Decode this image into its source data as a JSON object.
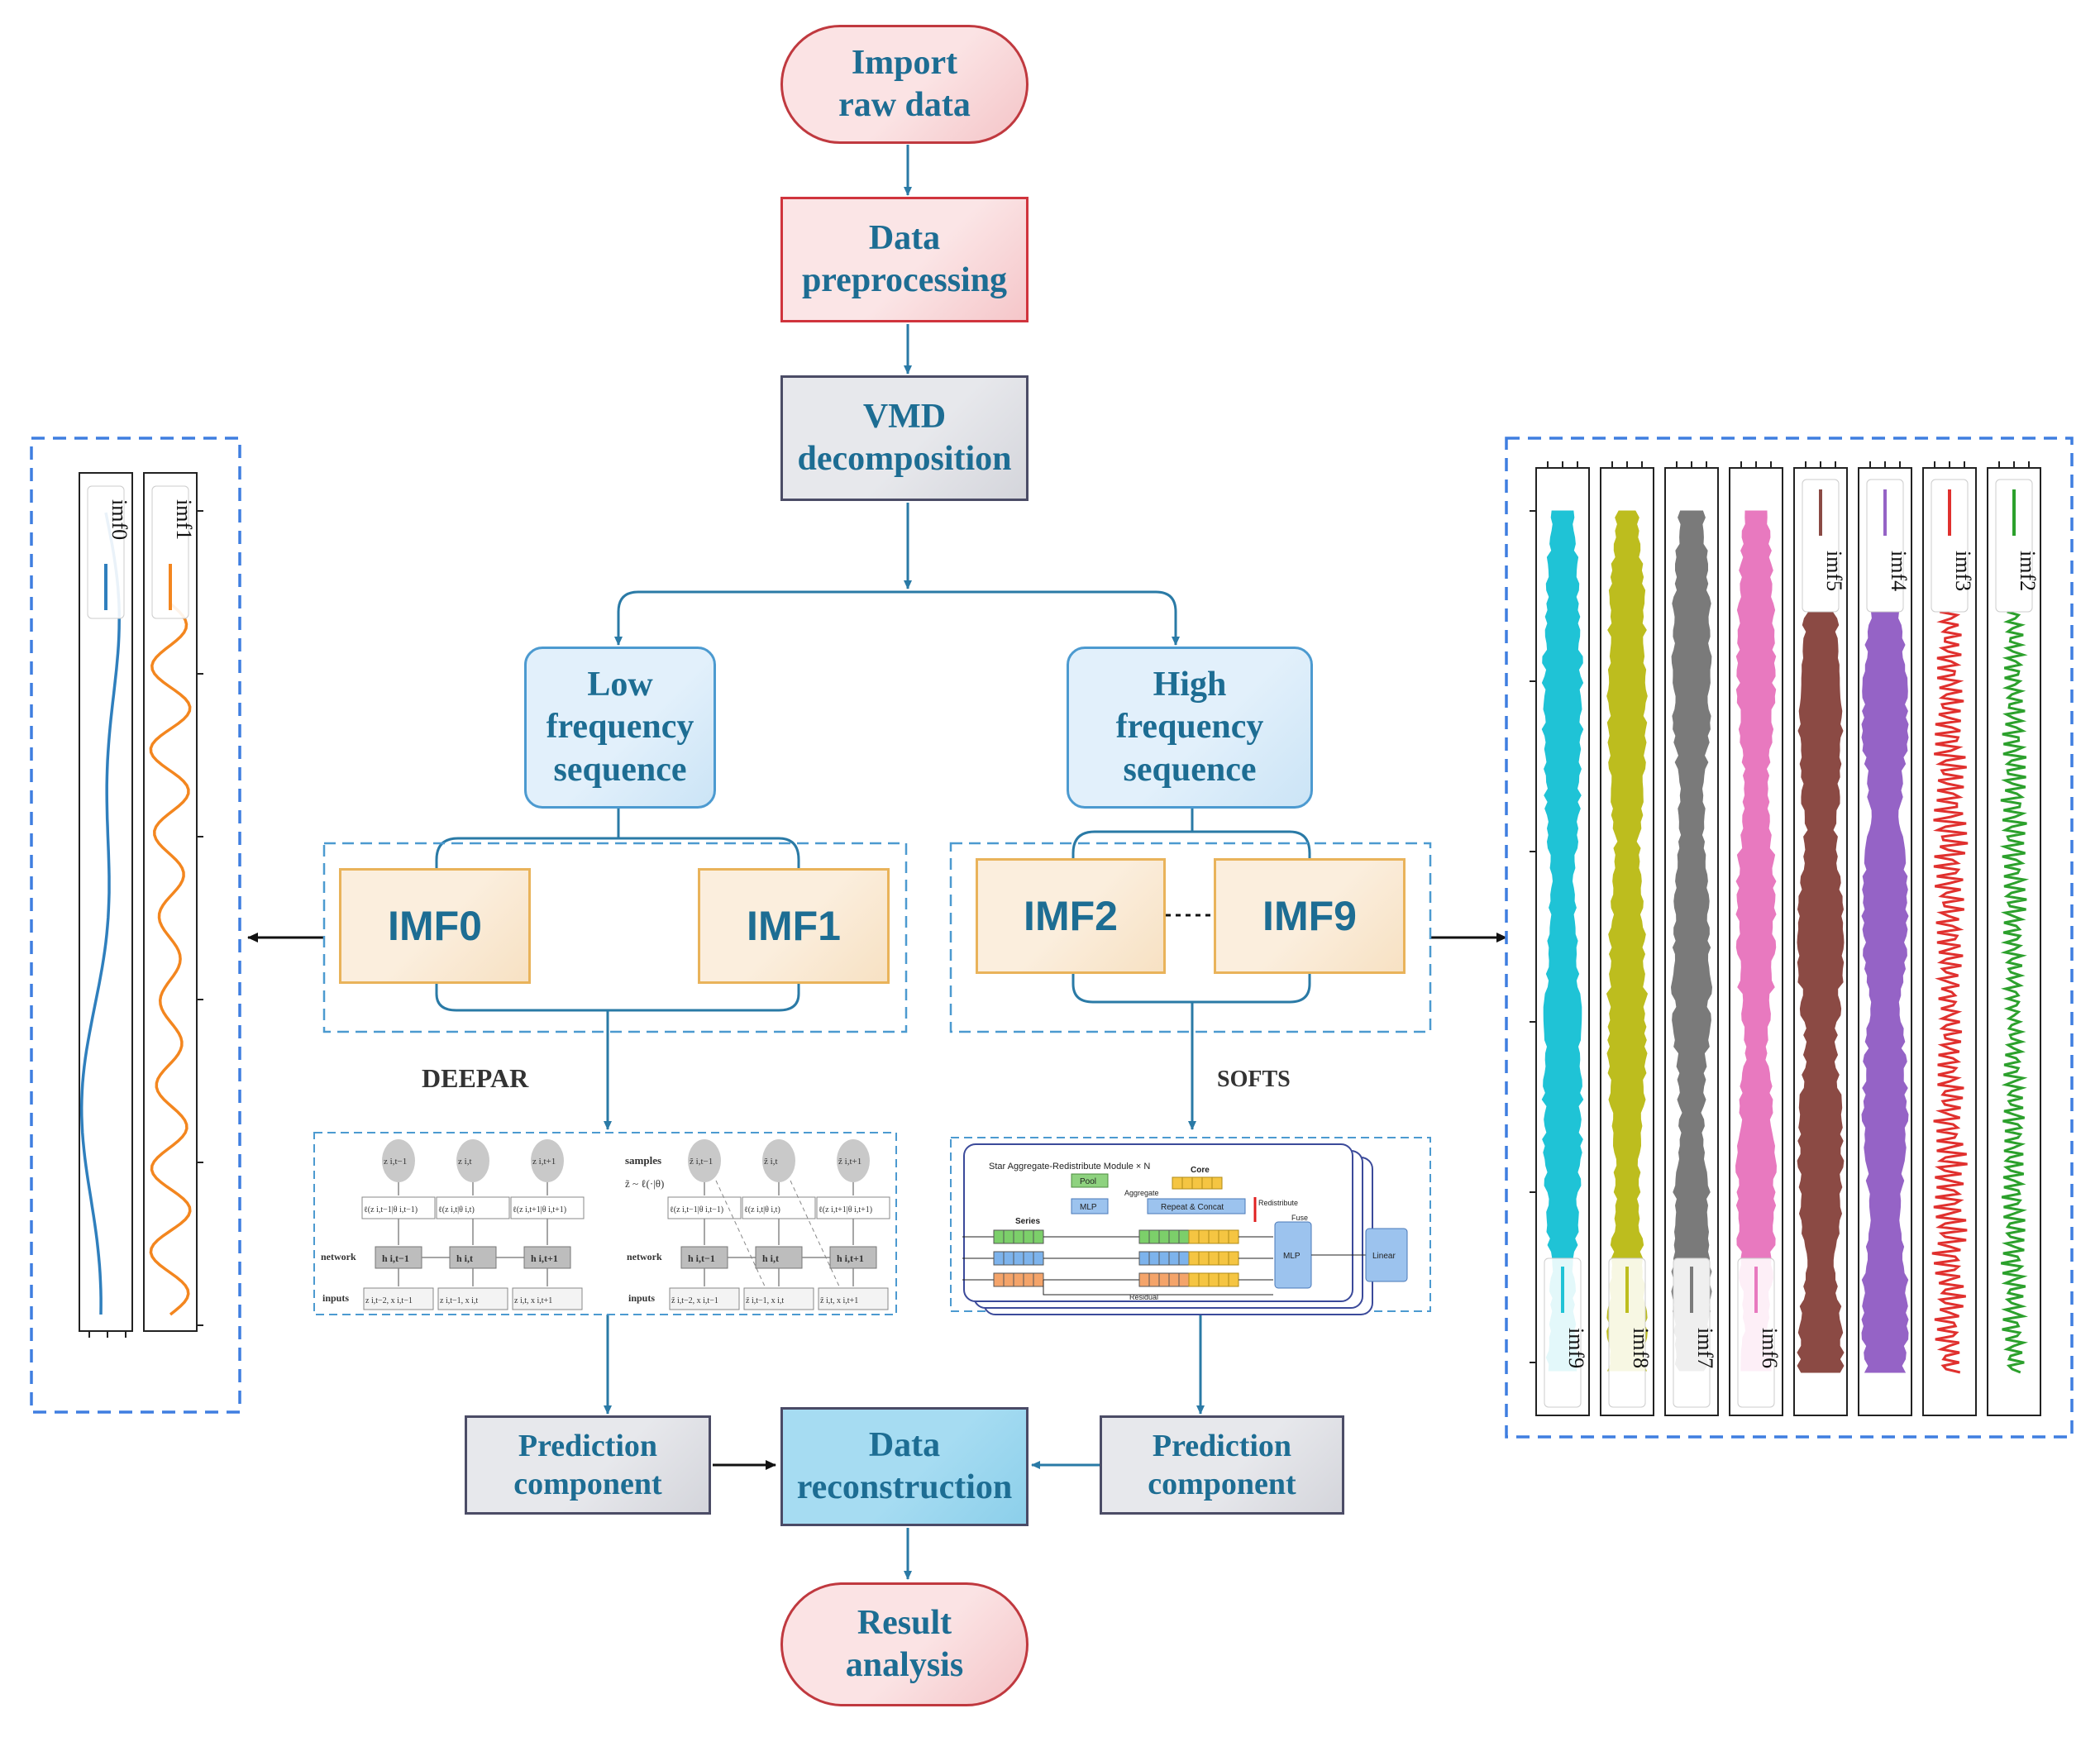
{
  "nodes": {
    "import": "Import\nraw data",
    "preprocess": "Data\npreprocessing",
    "vmd": "VMD\ndecomposition",
    "low": "Low\nfrequency\nsequence",
    "high": "High\nfrequency\nsequence",
    "imf0": "IMF0",
    "imf1": "IMF1",
    "imf2": "IMF2",
    "imf9": "IMF9",
    "pred_left": "Prediction\ncomponent",
    "pred_right": "Prediction\ncomponent",
    "reconstruction": "Data\nreconstruction",
    "result": "Result\nanalysis"
  },
  "models": {
    "left": "DEEPAR",
    "right": "SOFTS"
  },
  "left_plot": {
    "legends": [
      "imf0",
      "imf1"
    ],
    "colors": [
      "#2f7fbd",
      "#f3861f"
    ]
  },
  "right_plot": {
    "legends_top": [
      "imf5",
      "imf4",
      "imf3",
      "imf2"
    ],
    "legends_bottom": [
      "imf9",
      "imf8",
      "imf7",
      "imf6"
    ],
    "strip_colors": [
      "#1fc3d6",
      "#bdbd1e",
      "#7a7a7a",
      "#e879bf",
      "#8b4a44",
      "#9563c6",
      "#e0302e",
      "#2ca02c"
    ]
  },
  "deepar_fig": {
    "outputs": [
      "z i,t−1",
      "z i,t",
      "z i,t+1"
    ],
    "samples_outputs": [
      "z̃ i,t−1",
      "z̃ i,t",
      "z̃ i,t+1"
    ],
    "likelihood": [
      "ℓ(z i,t−1|θ i,t−1)",
      "ℓ(z i,t|θ i,t)",
      "ℓ(z i,t+1|θ i,t+1)"
    ],
    "hidden": [
      "h i,t−1",
      "h i,t",
      "h i,t+1"
    ],
    "inputs_left": [
      "z i,t−2, x i,t−1",
      "z i,t−1, x i,t",
      "z i,t, x i,t+1"
    ],
    "inputs_right": [
      "z̃ i,t−2, x i,t−1",
      "z̃ i,t−1, x i,t",
      "z̃ i,t, x i,t+1"
    ],
    "row_labels": [
      "network",
      "inputs",
      "samples",
      "z̃ ~ ℓ(·|θ)"
    ]
  },
  "softs_fig": {
    "title": "Star Aggregate-Redistribute Module × N",
    "labels": [
      "Pool",
      "Core",
      "MLP",
      "Aggregate",
      "Repeat & Concat",
      "Redistribute",
      "Fuse",
      "Series",
      "MLP",
      "Linear",
      "Residual"
    ]
  }
}
